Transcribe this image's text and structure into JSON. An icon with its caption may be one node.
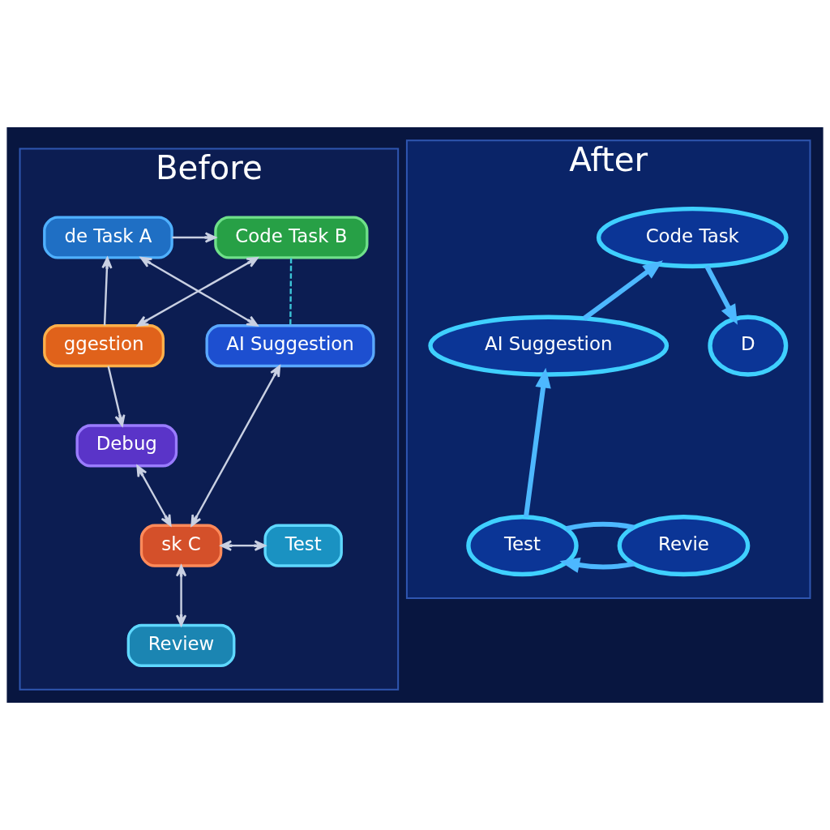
{
  "diagram": {
    "nodes": [
      {
        "text": [
          "Before"
        ]
      },
      {
        "text": [
          "de Task A"
        ],
        "in": 0
      },
      {
        "text": [
          "Code Task B"
        ],
        "in": 0
      },
      {
        "text": [
          "AI Suggestion"
        ],
        "in": 0
      },
      {
        "text": [
          "ggestion"
        ],
        "in": 0
      },
      {
        "text": [
          "Debug"
        ],
        "in": 0
      },
      {
        "text": [
          "sk C"
        ],
        "in": 0
      },
      {
        "text": [
          "Test"
        ],
        "in": 0
      },
      {
        "text": [
          "Review"
        ],
        "in": 0
      },
      {
        "text": [
          "After"
        ]
      },
      {
        "text": [
          "Code Task"
        ],
        "in": 9
      },
      {
        "text": [
          "AI Suggestion"
        ],
        "in": 9
      },
      {
        "text": [
          "D"
        ],
        "in": 9
      },
      {
        "text": [
          "Test"
        ],
        "in": 9
      },
      {
        "text": [
          "Revie"
        ],
        "in": 9
      }
    ],
    "edges": [
      {
        "from": 1,
        "to": 2,
        "arrow": "to"
      },
      {
        "from": 2,
        "to": 3,
        "arrow": "none",
        "style": "dashed",
        "color": "#3cc4d6"
      },
      {
        "from": 1,
        "to": 3,
        "arrow": "both"
      },
      {
        "from": 4,
        "to": 2,
        "arrow": "both"
      },
      {
        "from": 4,
        "to": 1,
        "arrow": "to"
      },
      {
        "from": 3,
        "to": 6,
        "arrow": "both"
      },
      {
        "from": 4,
        "to": 5,
        "arrow": "to"
      },
      {
        "from": 5,
        "to": 6,
        "arrow": "both"
      },
      {
        "from": 6,
        "to": 7,
        "arrow": "both"
      },
      {
        "from": 6,
        "to": 8,
        "arrow": "both"
      },
      {
        "from": 11,
        "to": 10,
        "arrow": "to",
        "style": "thick",
        "color": "#4db8ff"
      },
      {
        "from": 10,
        "to": 12,
        "arrow": "to",
        "style": "thick",
        "color": "#4db8ff"
      },
      {
        "from": 14,
        "to": 13,
        "arrow": "to",
        "style": "thick",
        "color": "#4db8ff"
      },
      {
        "from": 13,
        "to": 14,
        "arrow": "none",
        "style": "thick",
        "color": "#4db8ff"
      },
      {
        "from": 13,
        "to": 11,
        "arrow": "to",
        "style": "thick",
        "color": "#4db8ff"
      }
    ]
  }
}
